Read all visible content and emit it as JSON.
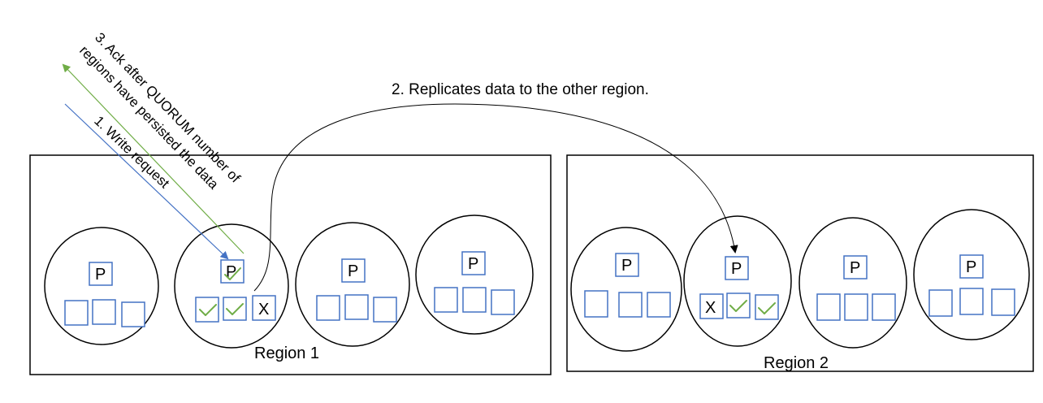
{
  "steps": {
    "write": "1. Write request",
    "replicate": "2. Replicates data to the other region.",
    "ack_line1": "3. Ack after QUORUM number of",
    "ack_line2": "regions have persisted the data"
  },
  "regions": [
    {
      "label": "Region 1",
      "nodes": [
        {
          "primary": "P",
          "replicas": [
            "",
            "",
            ""
          ]
        },
        {
          "primary": "P",
          "primary_checked": true,
          "replicas": [
            "check",
            "check",
            "X"
          ]
        },
        {
          "primary": "P",
          "replicas": [
            "",
            "",
            ""
          ]
        },
        {
          "primary": "P",
          "replicas": [
            "",
            "",
            ""
          ]
        }
      ]
    },
    {
      "label": "Region 2",
      "nodes": [
        {
          "primary": "P",
          "replicas": [
            "",
            "",
            ""
          ]
        },
        {
          "primary": "P",
          "replicas": [
            "X",
            "check",
            "check"
          ]
        },
        {
          "primary": "P",
          "replicas": [
            "",
            "",
            ""
          ]
        },
        {
          "primary": "P",
          "replicas": [
            "",
            "",
            ""
          ]
        }
      ]
    }
  ],
  "colors": {
    "write_arrow": "#4472c4",
    "ack_arrow": "#70ad47",
    "replicate_arrow": "#000000",
    "box": "#4472c4",
    "check": "#70ad47"
  }
}
